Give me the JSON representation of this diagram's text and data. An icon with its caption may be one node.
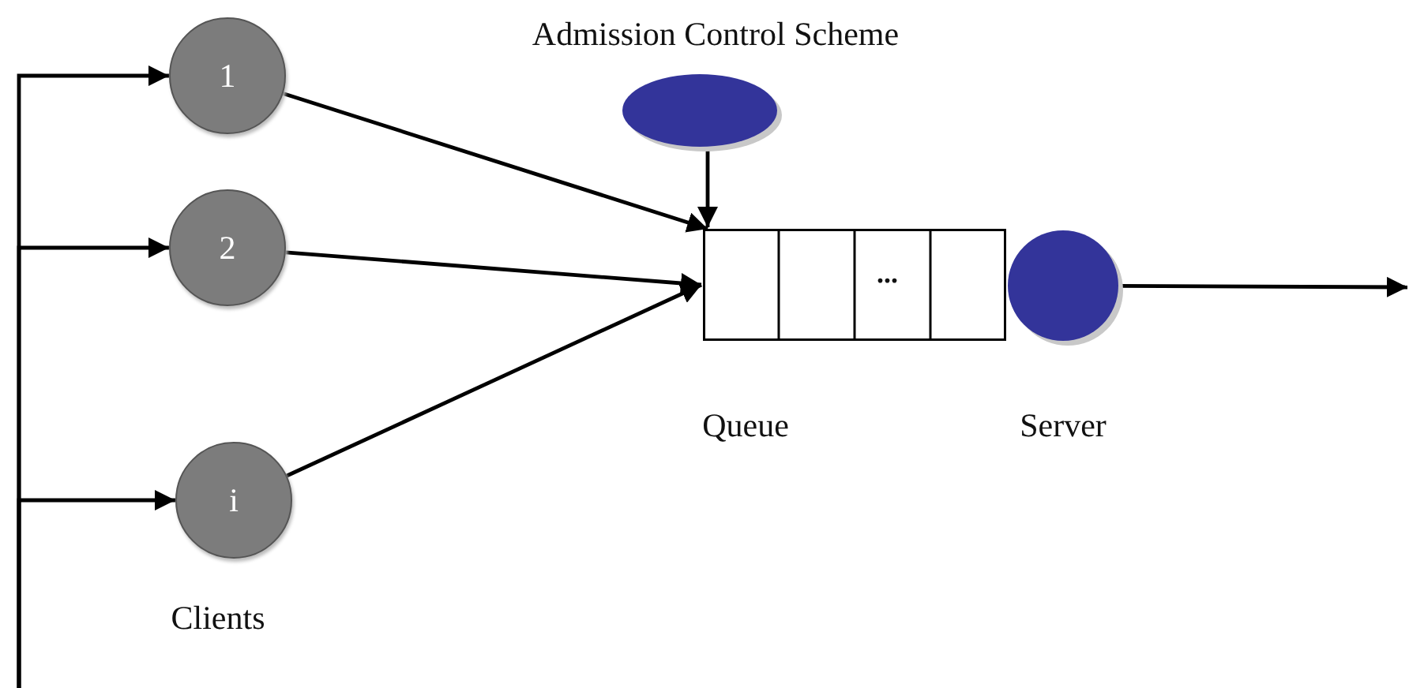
{
  "diagram": {
    "nodes": [
      {
        "text": [
          "1"
        ]
      },
      {
        "text": [
          "2"
        ]
      },
      {
        "text": [
          "i"
        ]
      },
      {
        "text": [],
        "shape": "ellipse",
        "beside": [
          "Admission Control Scheme"
        ]
      },
      {
        "text": [
          "..."
        ],
        "beside": [
          "Queue"
        ]
      },
      {
        "text": [],
        "shape": "circle",
        "beside": [
          "Server"
        ]
      }
    ],
    "edges": [
      {
        "from": null,
        "to": 0,
        "arrow": "to"
      },
      {
        "from": null,
        "to": 1,
        "arrow": "to"
      },
      {
        "from": null,
        "to": 2,
        "arrow": "to"
      },
      {
        "from": 0,
        "to": 4,
        "arrow": "to"
      },
      {
        "from": 1,
        "to": 4,
        "arrow": "to"
      },
      {
        "from": 2,
        "to": 4,
        "arrow": "to"
      },
      {
        "from": 3,
        "to": 4,
        "arrow": "to"
      },
      {
        "from": 5,
        "to": null,
        "arrow": "to"
      }
    ],
    "labels": [
      "Clients"
    ]
  }
}
